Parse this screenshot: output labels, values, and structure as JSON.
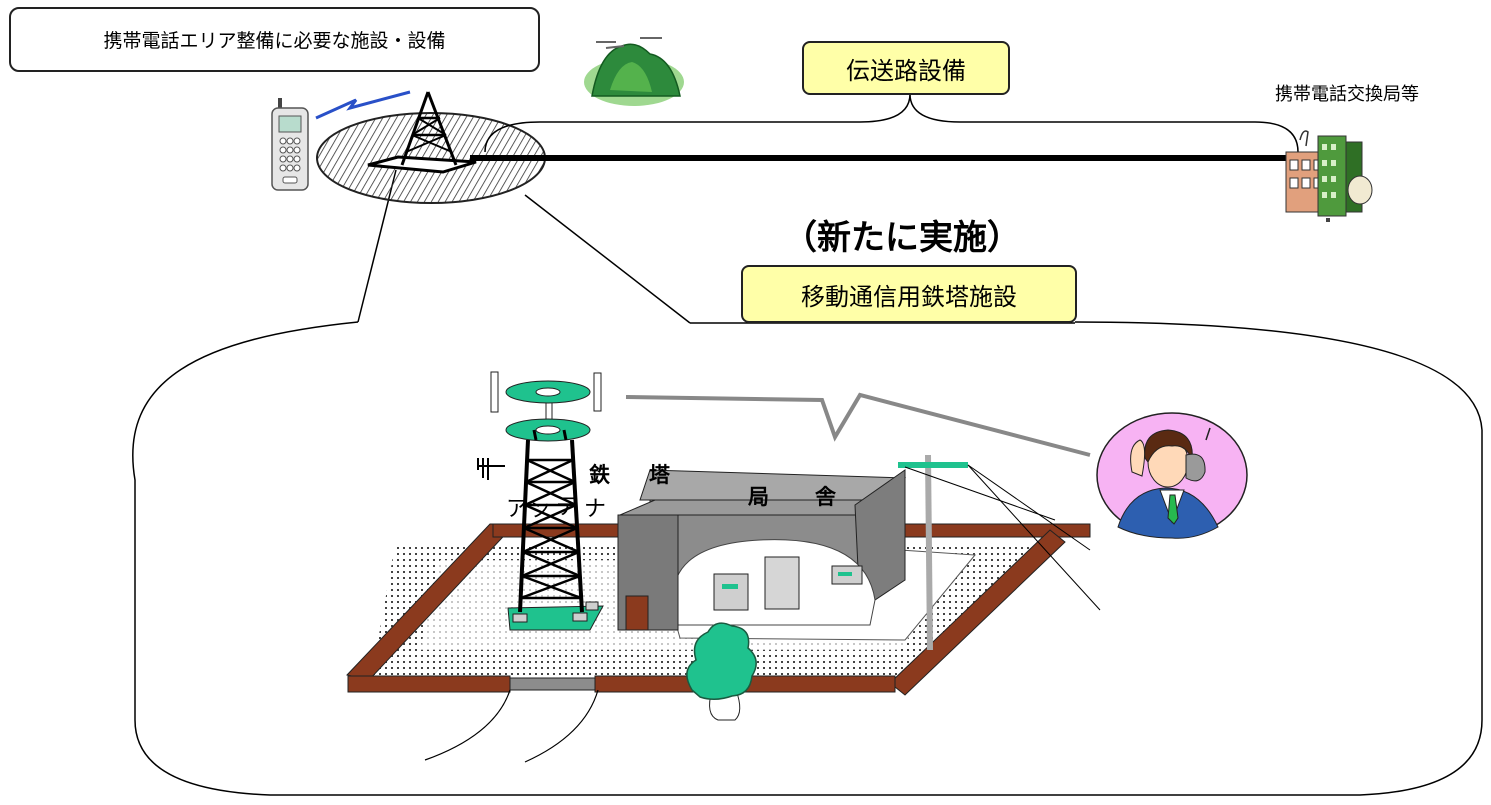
{
  "header": {
    "title": "携帯電話エリア整備に必要な施設・設備"
  },
  "labels": {
    "transmission": "伝送路設備",
    "exchange": "携帯電話交換局等",
    "new_impl": "（新たに実施）",
    "tower_facility": "移動通信用鉄塔施設",
    "tower_l": "鉄",
    "tower_r": "塔",
    "station_l": "局",
    "station_r": "舎",
    "antenna_1": "ア",
    "antenna_2": "ン",
    "antenna_3": "テ",
    "antenna_4": "ナ"
  },
  "colors": {
    "callout_fill": "#ffffa8",
    "fence": "#8b3a1e",
    "green": "#1fc28e",
    "building": "#8c8c8c",
    "person_bg": "#f7b3f3"
  },
  "icons": [
    "mobile-phone-icon",
    "signal-wave-icon",
    "transmission-tower-icon",
    "mountain-icon",
    "exchange-building-icon",
    "tree-icon",
    "telephone-person-icon"
  ]
}
